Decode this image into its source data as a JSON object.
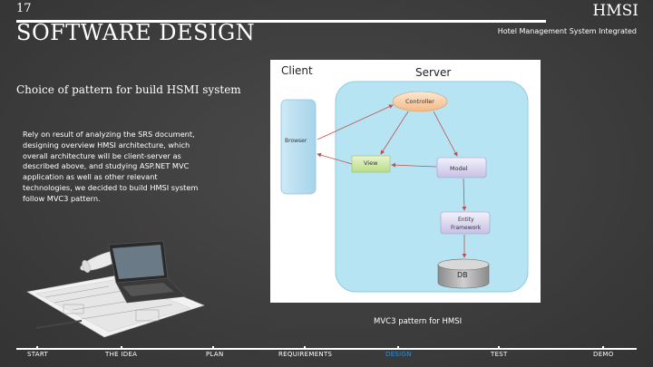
{
  "header": {
    "slide_number": "17",
    "title": "SOFTWARE DESIGN",
    "brand": "HMSI",
    "brand_full": "Hotel Management System Integrated"
  },
  "content": {
    "heading": "Choice of pattern for build HSMI system",
    "paragraph": "Rely on result of analyzing the SRS document, designing overview HMSI architecture, which overall architecture will be client-server as described above, and studying ASP.NET MVC application as well as other relevant technologies, we decided to build HMSI system follow MVC3 pattern."
  },
  "diagram": {
    "client_label": "Client",
    "server_label": "Server",
    "browser_label": "Browser",
    "controller_label": "Controller",
    "view_label": "View",
    "model_label": "Model",
    "entity_label_1": "Entity",
    "entity_label_2": "Framework",
    "db_label": "DB",
    "caption": "MVC3 pattern for HMSI"
  },
  "nav": {
    "items": [
      "START",
      "THE IDEA",
      "PLAN",
      "REQUIREMENTS",
      "DESIGN",
      "TEST",
      "DEMO"
    ],
    "active": "DESIGN"
  },
  "colors": {
    "background": "#3e3e3e",
    "active_nav": "#2e8fd6",
    "server_panel": "#b7e4f3"
  }
}
